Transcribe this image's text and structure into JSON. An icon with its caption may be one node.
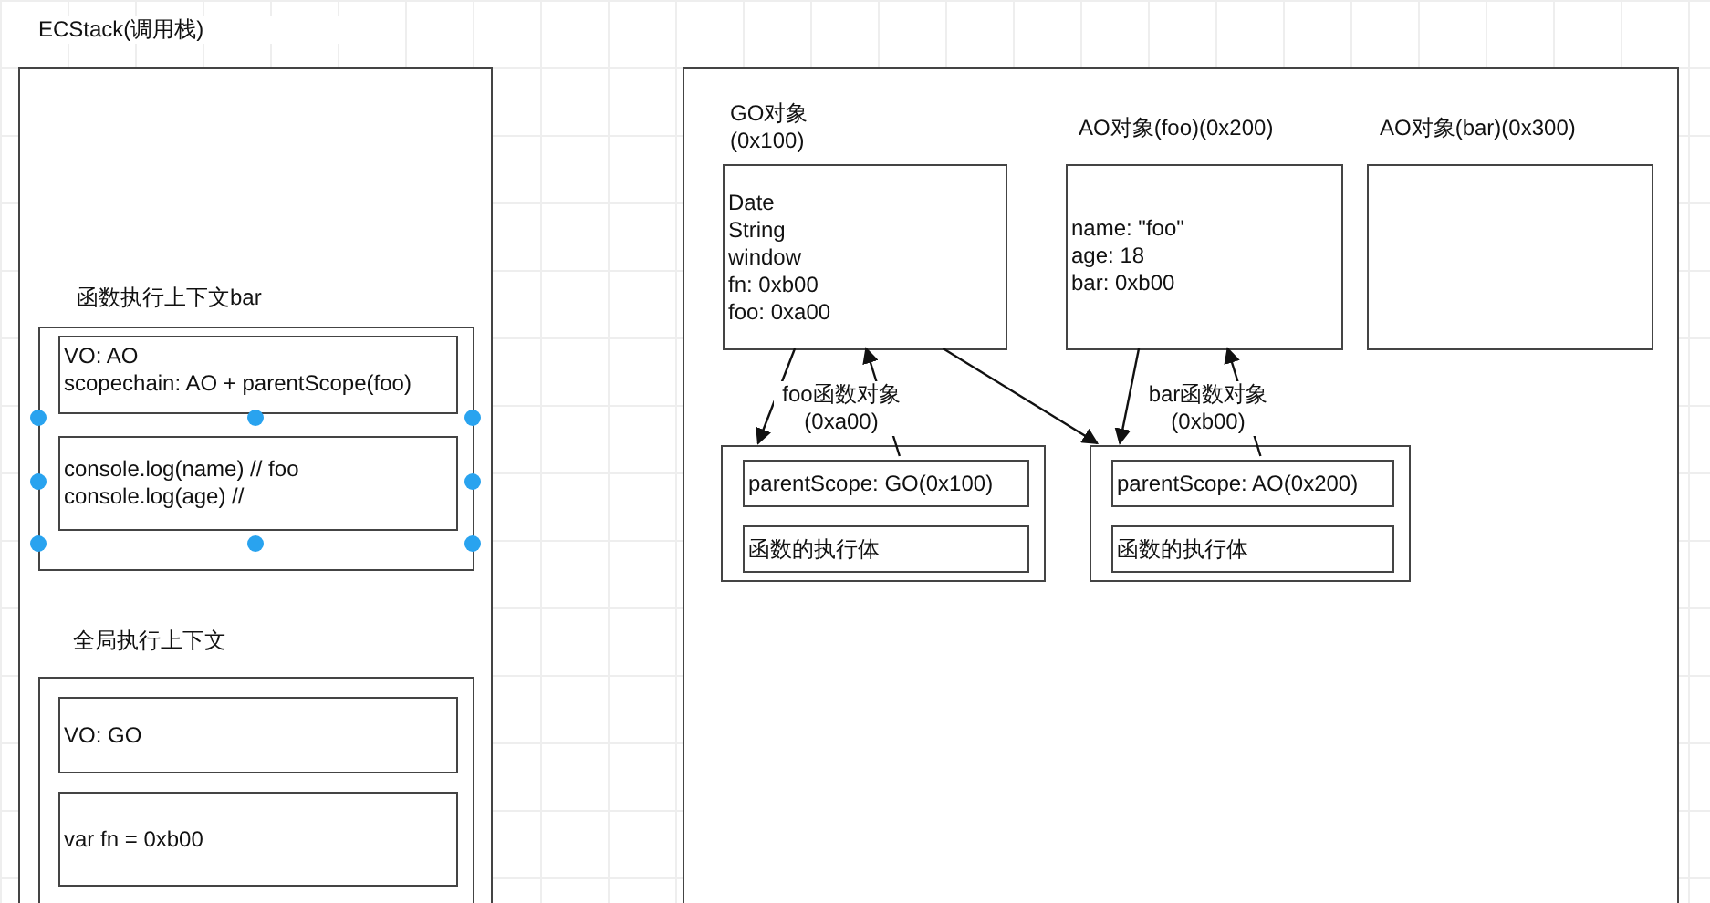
{
  "diagram": {
    "nodes": [
      {
        "text": [
          "ECStack(调用栈)"
        ]
      },
      {
        "text": [
          "函数执行上下文bar"
        ],
        "in": 0
      },
      {
        "text": [
          "VO: AO",
          "scopechain: AO + parentScope(foo)"
        ],
        "in": 1
      },
      {
        "text": [
          "console.log(name) // foo",
          "console.log(age) //"
        ],
        "in": 1
      },
      {
        "text": [
          "全局执行上下文"
        ],
        "in": 0
      },
      {
        "text": [
          "VO: GO"
        ],
        "in": 4
      },
      {
        "text": [
          "var fn = 0xb00"
        ],
        "in": 4
      },
      {
        "text": [],
        "shape": "box"
      },
      {
        "text": [
          "GO对象 (0x100)",
          "Date",
          "String",
          "window",
          "fn: 0xb00",
          "foo: 0xa00"
        ],
        "in": 7
      },
      {
        "text": [
          "AO对象(foo)(0x200)",
          "name: \"foo\"",
          "age: 18",
          "bar: 0xb00"
        ],
        "in": 7
      },
      {
        "text": [
          "AO对象(bar)(0x300)"
        ],
        "in": 7
      },
      {
        "text": [
          "foo函数对象 (0xa00)"
        ],
        "in": 7
      },
      {
        "text": [
          "parentScope: GO(0x100)"
        ],
        "in": 11
      },
      {
        "text": [
          "函数的执行体"
        ],
        "in": 11
      },
      {
        "text": [
          "bar函数对象 (0xb00)"
        ],
        "in": 7
      },
      {
        "text": [
          "parentScope: AO(0x200)"
        ],
        "in": 14
      },
      {
        "text": [
          "函数的执行体"
        ],
        "in": 14
      }
    ],
    "edges": [
      {
        "from": 8,
        "to": 11,
        "arrow": "to"
      },
      {
        "from": 12,
        "to": 8,
        "arrow": "to"
      },
      {
        "from": 8,
        "to": 14,
        "arrow": "to"
      },
      {
        "from": 9,
        "to": 14,
        "arrow": "to"
      },
      {
        "from": 15,
        "to": 9,
        "arrow": "to"
      }
    ]
  }
}
